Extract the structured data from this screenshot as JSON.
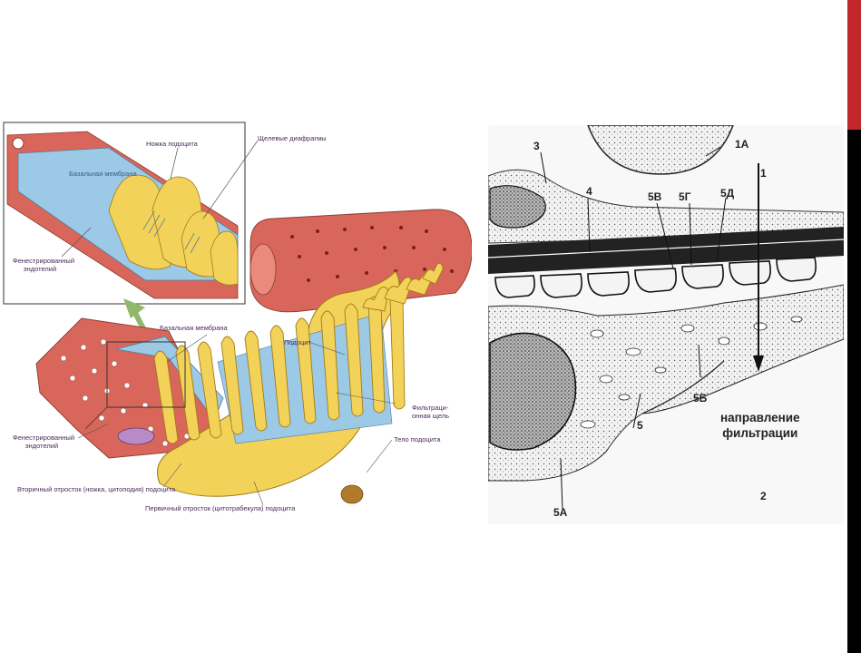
{
  "left_figure": {
    "labels": {
      "podocyte_foot": "Ножка подоцита",
      "slit_diaphragms": "Щелевые диафрагмы",
      "basement_membrane_inset": "Базальная мембрана",
      "fenestrated_endothelium_inset": "Фенестрированный эндотелий",
      "basement_membrane": "Базальная мембрана",
      "podocyte": "Подоцит",
      "filtration_slit": "Фильтраци-онная щель",
      "podocyte_body": "Тело подоцита",
      "fenestrated_endothelium": "Фенестрированный эндотелий",
      "secondary_process": "Вторичный отросток (ножка, цитоподия) подоцита",
      "primary_process": "Первичный отросток (цитотрабекула) подоцита"
    }
  },
  "right_figure": {
    "labels": {
      "n3": "3",
      "n1a": "1А",
      "n1": "1",
      "n4": "4",
      "n5v": "5В",
      "n5g": "5Г",
      "n5d": "5Д",
      "n5b": "5Б",
      "n5": "5",
      "n5a": "5А",
      "n2": "2",
      "direction_line1": "направление",
      "direction_line2": "фильтрации"
    }
  },
  "colors": {
    "accent_red": "#c0282c",
    "endothelium": "#d9665a",
    "membrane": "#9cc9e6",
    "podocyte": "#f3d25a"
  }
}
